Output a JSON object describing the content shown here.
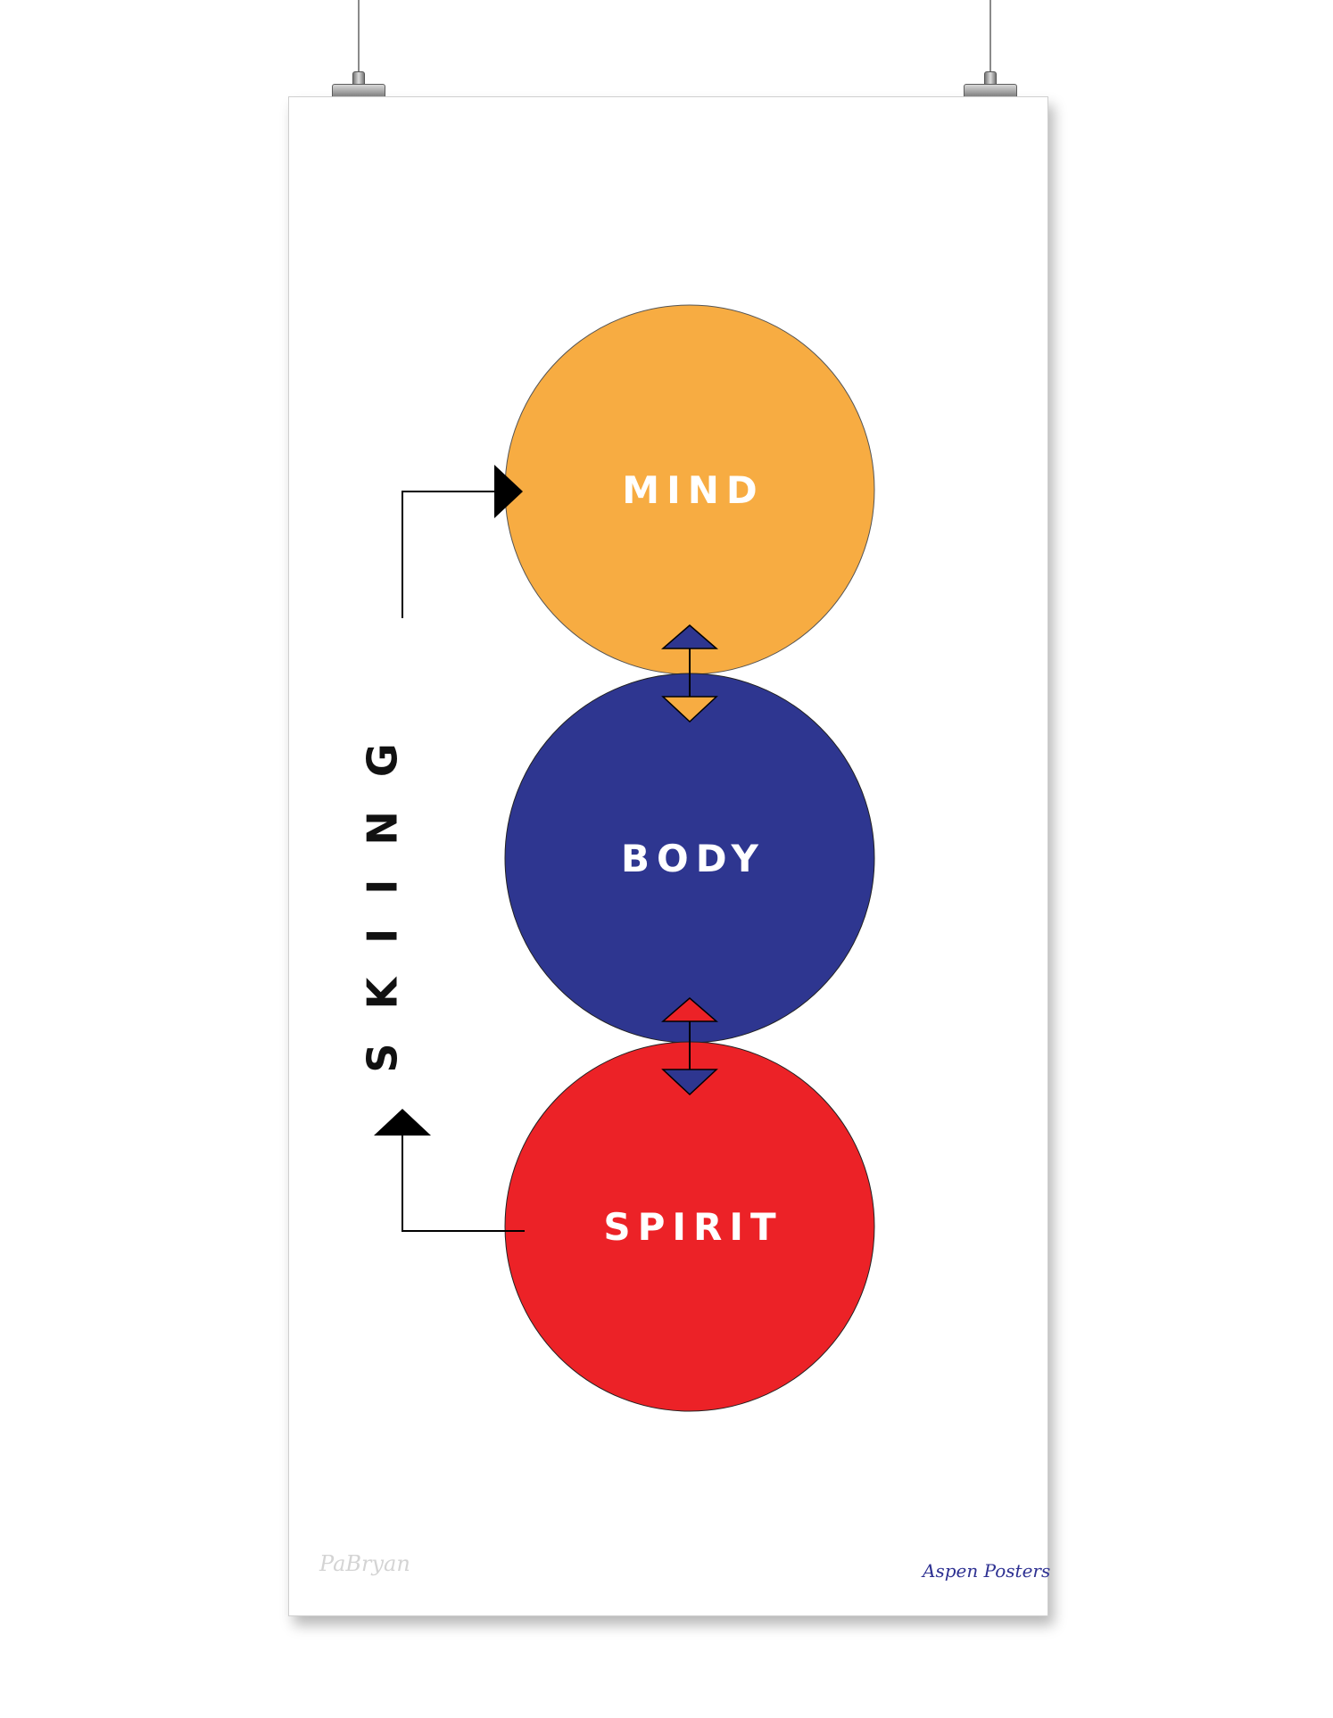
{
  "poster": {
    "vertical_word": "SKIING",
    "circles": [
      {
        "label": "MIND",
        "color": "#f7ac42"
      },
      {
        "label": "BODY",
        "color": "#2e3690"
      },
      {
        "label": "SPIRIT",
        "color": "#ec2227"
      }
    ],
    "connector_colors": {
      "mind_body_up": "#2e3690",
      "mind_body_down": "#f7ac42",
      "body_spirit_up": "#ec2227",
      "body_spirit_down": "#2e3690"
    },
    "signature_left": "PaBryan",
    "signature_right": "Aspen Posters",
    "arrow_color": "#000000",
    "background": "#ffffff"
  }
}
